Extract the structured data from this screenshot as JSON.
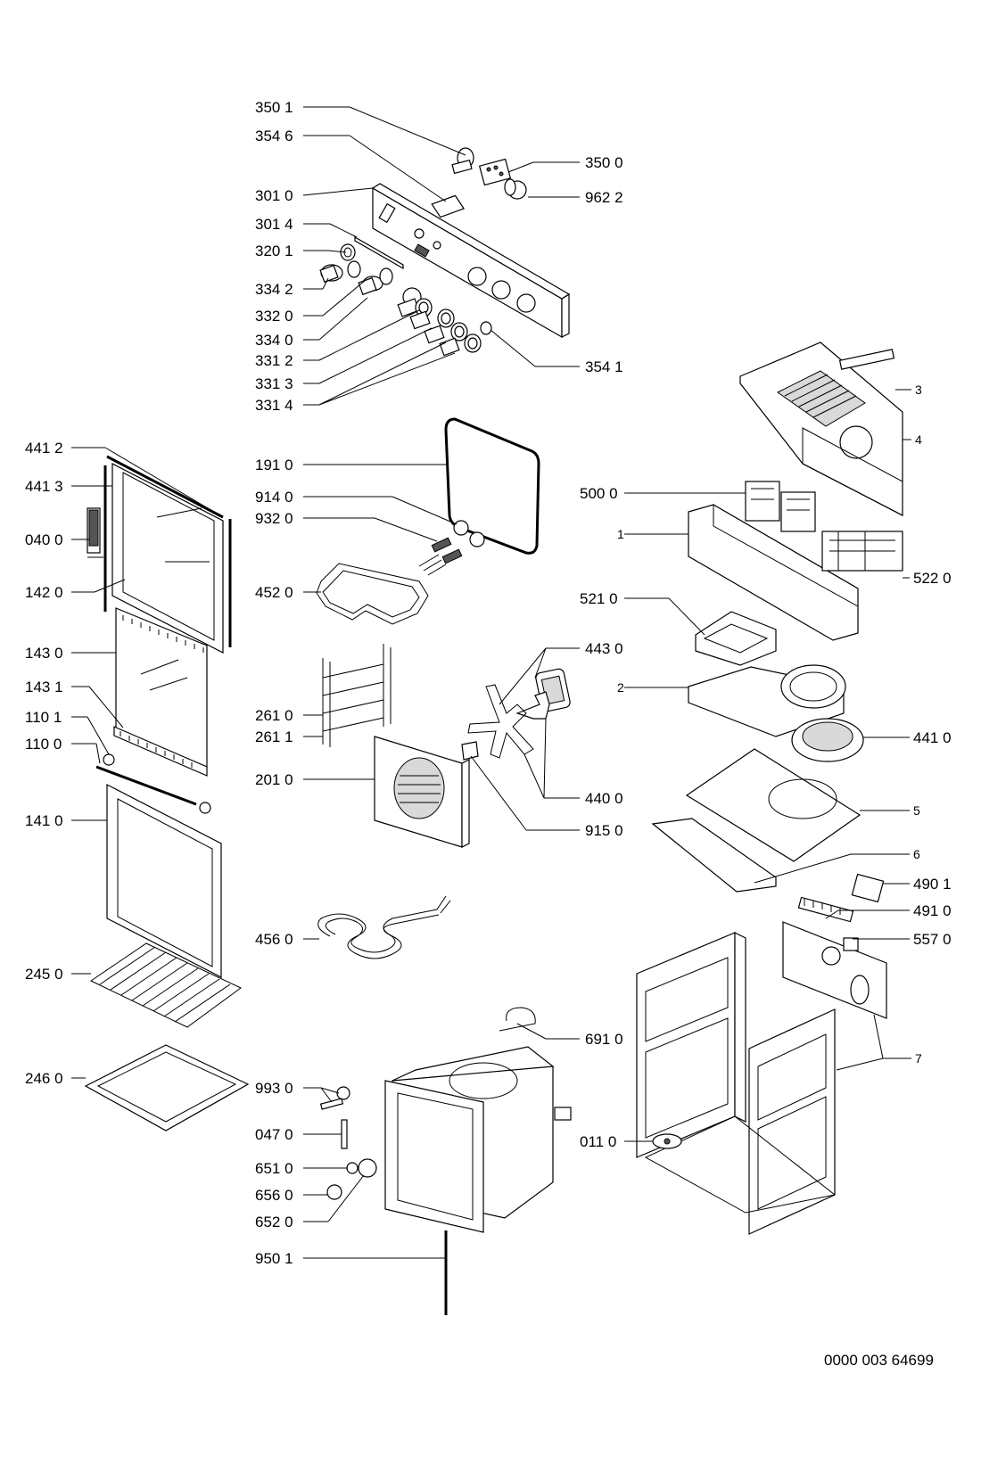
{
  "drawing_number": "0000 003 64699",
  "labels": {
    "l_350_1": "350 1",
    "l_354_6": "354 6",
    "l_350_0": "350 0",
    "l_962_2": "962 2",
    "l_301_0": "301 0",
    "l_301_4": "301 4",
    "l_320_1": "320 1",
    "l_334_2": "334 2",
    "l_332_0": "332 0",
    "l_334_0": "334 0",
    "l_331_2": "331 2",
    "l_331_3": "331 3",
    "l_331_4": "331 4",
    "l_354_1": "354 1",
    "l_191_0": "191 0",
    "l_914_0": "914 0",
    "l_932_0": "932 0",
    "l_452_0": "452 0",
    "l_261_0": "261 0",
    "l_261_1": "261 1",
    "l_201_0": "201 0",
    "l_443_0": "443 0",
    "l_440_0": "440 0",
    "l_915_0": "915 0",
    "l_456_0": "456 0",
    "l_691_0": "691 0",
    "l_993_0": "993 0",
    "l_047_0": "047 0",
    "l_651_0": "651 0",
    "l_656_0": "656 0",
    "l_652_0": "652 0",
    "l_950_1": "950 1",
    "l_011_0": "011 0",
    "l_441_2": "441 2",
    "l_441_3": "441 3",
    "l_040_0": "040 0",
    "l_142_0": "142 0",
    "l_143_0": "143 0",
    "l_143_1": "143 1",
    "l_110_1": "110 1",
    "l_110_0": "110 0",
    "l_141_0": "141 0",
    "l_245_0": "245 0",
    "l_246_0": "246 0",
    "l_3": "3",
    "l_4": "4",
    "l_500_0": "500 0",
    "l_1": "1",
    "l_522_0": "522 0",
    "l_521_0": "521 0",
    "l_2": "2",
    "l_441_0": "441 0",
    "l_5": "5",
    "l_6": "6",
    "l_490_1": "490 1",
    "l_491_0": "491 0",
    "l_557_0": "557 0",
    "l_7": "7"
  }
}
